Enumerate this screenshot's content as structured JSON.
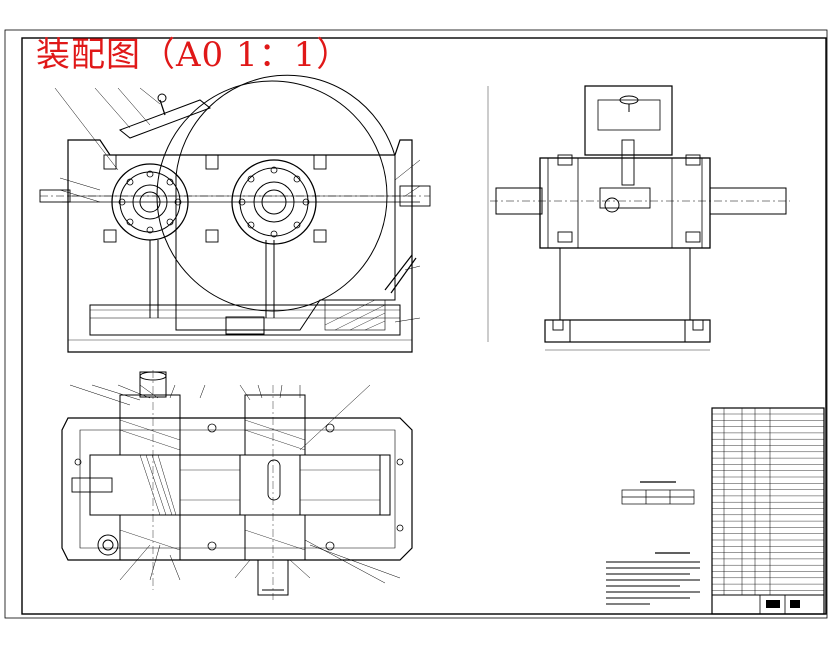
{
  "drawing": {
    "title": "装配图（A0 1：1）",
    "title_color": "#e01818",
    "line_color": "#000000",
    "background": "#ffffff"
  },
  "views": {
    "front": "front-view",
    "side": "side-view",
    "top": "top-view"
  }
}
